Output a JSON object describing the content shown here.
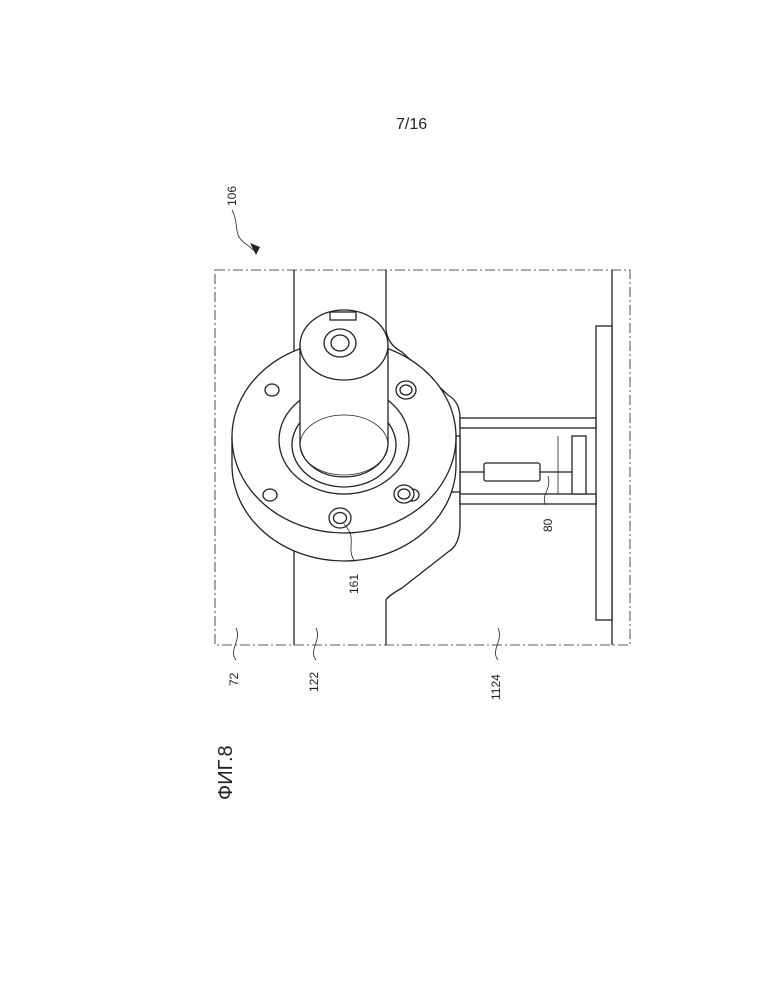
{
  "page_number": "7/16",
  "figure_label": "ФИГ.8",
  "reference_labels": {
    "assembly": "106",
    "frame": "72",
    "beam": "122",
    "plate": "1124",
    "fastener": "161",
    "link": "80"
  }
}
